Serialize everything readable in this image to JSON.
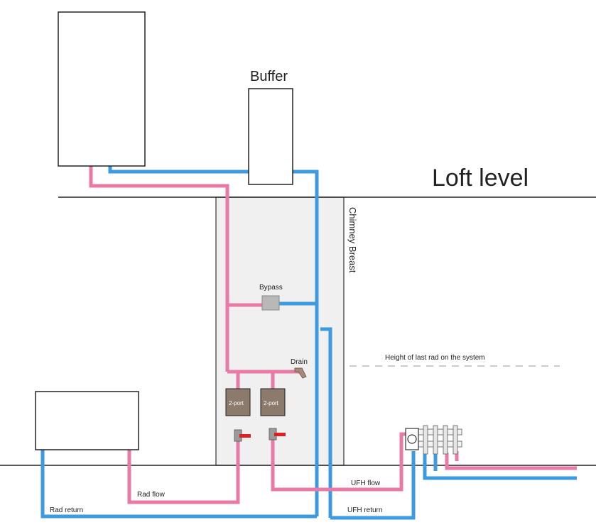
{
  "labels": {
    "buffer": "Buffer",
    "loft_level": "Loft level",
    "chimney_breast": "Chimney Breast",
    "bypass": "Bypass",
    "drain": "Drain",
    "height_last_rad": "Height of last rad on the system",
    "two_port_left": "2-port",
    "two_port_right": "2-port",
    "rad_flow": "Rad flow",
    "rad_return": "Rad return",
    "ufh_flow": "UFH flow",
    "ufh_return": "UFH return"
  },
  "colors": {
    "flow_pipe": "#e97aa6",
    "return_pipe": "#3c9ae0",
    "chimney_fill": "#f0f0f0",
    "valve_body": "#8c7a6d",
    "handle": "#e02020",
    "bypass_valve": "#b8b8b8",
    "drain_valve": "#a98a78"
  }
}
